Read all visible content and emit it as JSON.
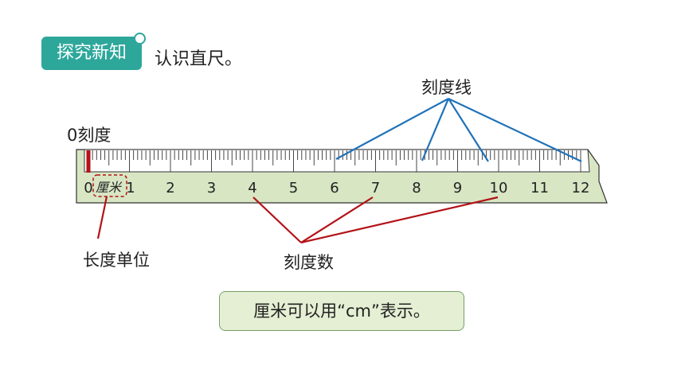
{
  "badge": {
    "label": "探究新知"
  },
  "intro": "认识直尺。",
  "labels": {
    "zero_mark": "0刻度",
    "tick_lines": "刻度线",
    "tick_numbers": "刻度数",
    "unit": "长度单位"
  },
  "ruler": {
    "numbers": [
      "0",
      "1",
      "2",
      "3",
      "4",
      "5",
      "6",
      "7",
      "8",
      "9",
      "10",
      "11",
      "12"
    ],
    "unit_text": "厘米"
  },
  "note": "厘米可以用“cm”表示。",
  "colors": {
    "badge": "#2ea79b",
    "ruler_fill": "#d8e6c4",
    "zero_mark": "#b31217",
    "tick_line_callout": "#1f72b8",
    "number_callout": "#b31217",
    "note_fill": "#e4efd3",
    "note_border": "#76a066"
  }
}
